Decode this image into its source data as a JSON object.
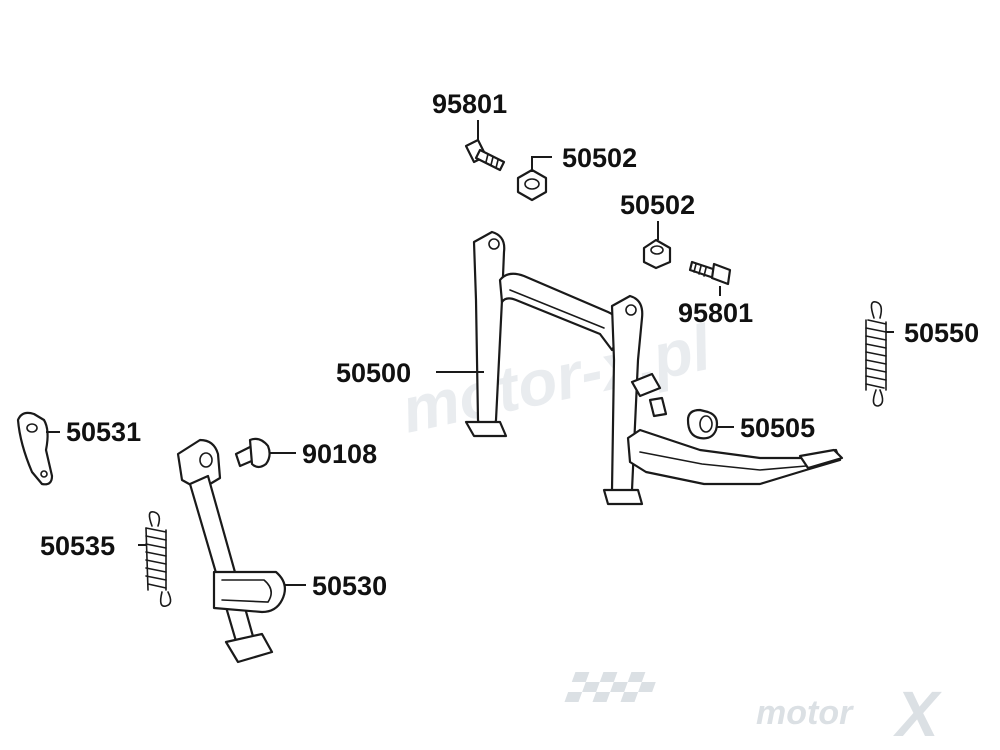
{
  "diagram": {
    "labels": {
      "bolt_top": "95801",
      "nut_top": "50502",
      "nut_right": "50502",
      "bolt_right": "95801",
      "spring_main": "50550",
      "main_stand": "50500",
      "stopper": "50505",
      "side_plate": "50531",
      "side_pin": "90108",
      "side_spring": "50535",
      "side_stand": "50530"
    },
    "watermark": {
      "center": "motor-x.pl",
      "logo_text": "motor",
      "logo_letter": "X"
    },
    "colors": {
      "line": "#1a1a1a",
      "watermark": "#d8dde2"
    }
  }
}
